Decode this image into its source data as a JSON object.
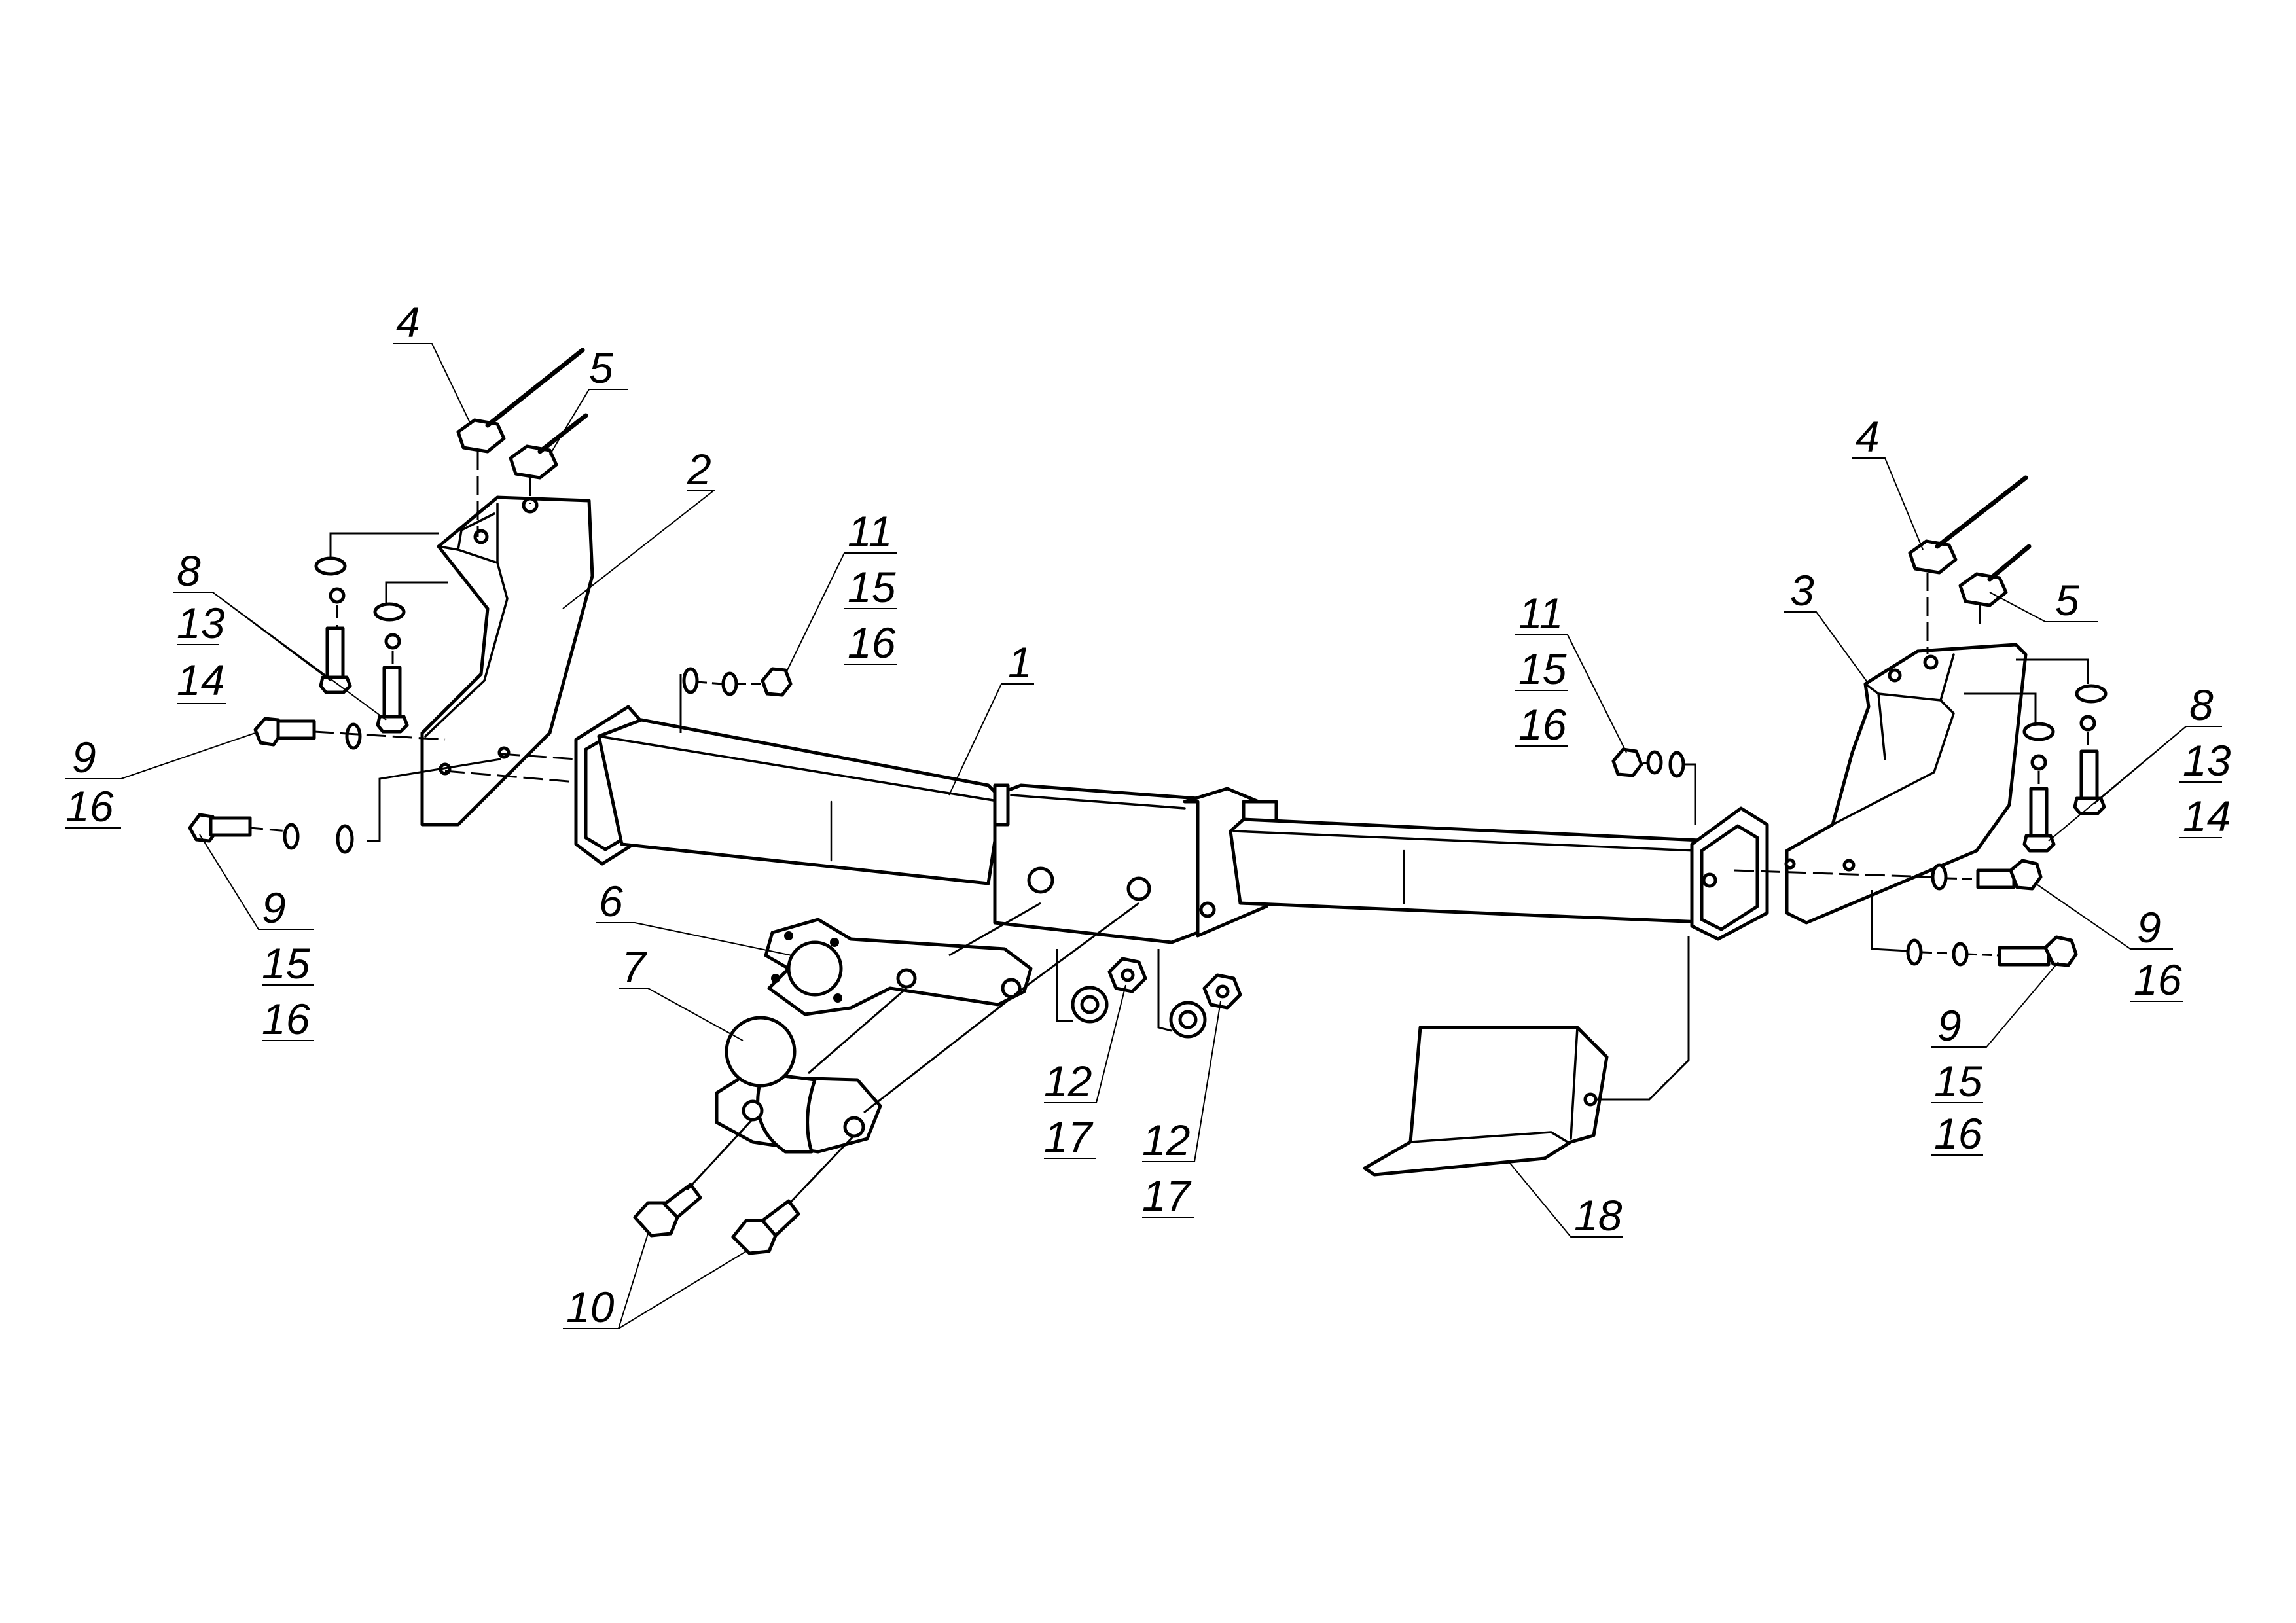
{
  "colors": {
    "line": "#000000",
    "background": "#ffffff"
  },
  "callouts": {
    "c4_left": [
      "4"
    ],
    "c5_left": [
      "5"
    ],
    "c2": [
      "2"
    ],
    "c8_left": [
      "8",
      "13",
      "14"
    ],
    "c9_left_top": [
      "9",
      "16"
    ],
    "c9_left_bottom": [
      "9",
      "15",
      "16"
    ],
    "c11_left": [
      "11",
      "15",
      "16"
    ],
    "c1": [
      "1"
    ],
    "c6": [
      "6"
    ],
    "c7": [
      "7"
    ],
    "c12_left": [
      "12",
      "17"
    ],
    "c12_right": [
      "12",
      "17"
    ],
    "c10": [
      "10"
    ],
    "c18": [
      "18"
    ],
    "c11_right": [
      "11",
      "15",
      "16"
    ],
    "c4_right": [
      "4"
    ],
    "c5_right": [
      "5"
    ],
    "c3": [
      "3"
    ],
    "c8_right": [
      "8",
      "13",
      "14"
    ],
    "c9_right_top": [
      "9",
      "16"
    ],
    "c9_right_bottom": [
      "9",
      "15",
      "16"
    ]
  }
}
